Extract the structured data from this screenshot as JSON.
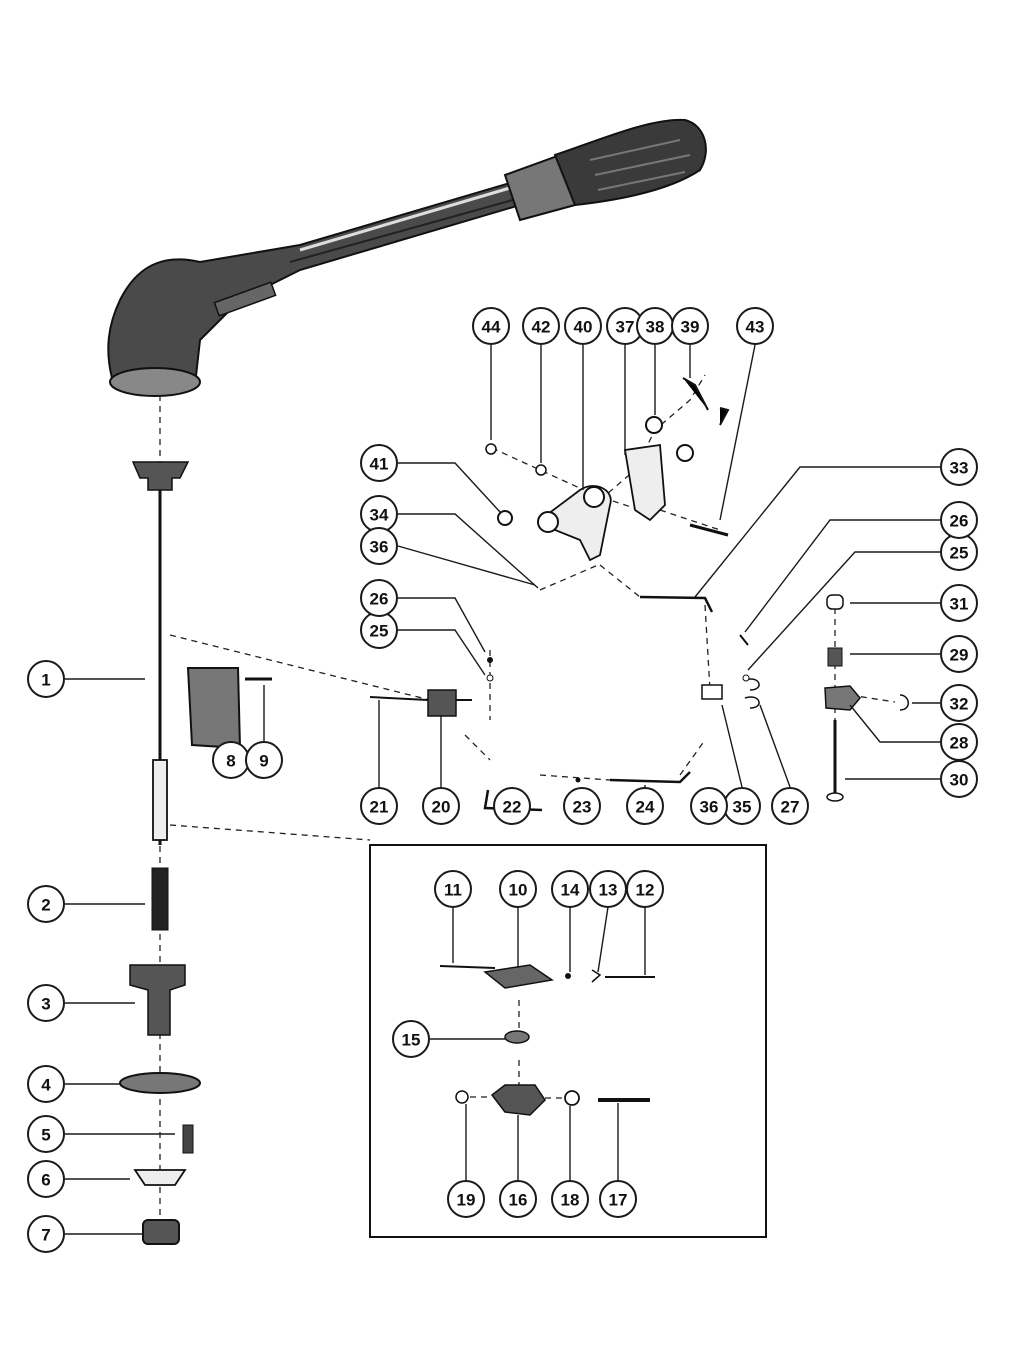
{
  "callouts": [
    {
      "id": "1",
      "label": "1"
    },
    {
      "id": "2",
      "label": "2"
    },
    {
      "id": "3",
      "label": "3"
    },
    {
      "id": "4",
      "label": "4"
    },
    {
      "id": "5",
      "label": "5"
    },
    {
      "id": "6",
      "label": "6"
    },
    {
      "id": "7",
      "label": "7"
    },
    {
      "id": "8",
      "label": "8"
    },
    {
      "id": "9",
      "label": "9"
    },
    {
      "id": "10",
      "label": "10"
    },
    {
      "id": "11",
      "label": "11"
    },
    {
      "id": "12",
      "label": "12"
    },
    {
      "id": "13",
      "label": "13"
    },
    {
      "id": "14",
      "label": "14"
    },
    {
      "id": "15",
      "label": "15"
    },
    {
      "id": "16",
      "label": "16"
    },
    {
      "id": "17",
      "label": "17"
    },
    {
      "id": "18",
      "label": "18"
    },
    {
      "id": "19",
      "label": "19"
    },
    {
      "id": "20",
      "label": "20"
    },
    {
      "id": "21",
      "label": "21"
    },
    {
      "id": "22",
      "label": "22"
    },
    {
      "id": "23",
      "label": "23"
    },
    {
      "id": "24",
      "label": "24"
    },
    {
      "id": "25a",
      "label": "25"
    },
    {
      "id": "25b",
      "label": "25"
    },
    {
      "id": "26a",
      "label": "26"
    },
    {
      "id": "26b",
      "label": "26"
    },
    {
      "id": "27",
      "label": "27"
    },
    {
      "id": "28",
      "label": "28"
    },
    {
      "id": "29",
      "label": "29"
    },
    {
      "id": "30",
      "label": "30"
    },
    {
      "id": "31",
      "label": "31"
    },
    {
      "id": "32",
      "label": "32"
    },
    {
      "id": "33",
      "label": "33"
    },
    {
      "id": "34",
      "label": "34"
    },
    {
      "id": "35",
      "label": "35"
    },
    {
      "id": "36a",
      "label": "36"
    },
    {
      "id": "36b",
      "label": "36"
    },
    {
      "id": "37",
      "label": "37"
    },
    {
      "id": "38",
      "label": "38"
    },
    {
      "id": "39",
      "label": "39"
    },
    {
      "id": "40",
      "label": "40"
    },
    {
      "id": "41",
      "label": "41"
    },
    {
      "id": "42",
      "label": "42"
    },
    {
      "id": "43",
      "label": "43"
    },
    {
      "id": "44",
      "label": "44"
    }
  ],
  "icons": {
    "handle": "control-handle-icon",
    "shaft": "shift-shaft-icon"
  }
}
